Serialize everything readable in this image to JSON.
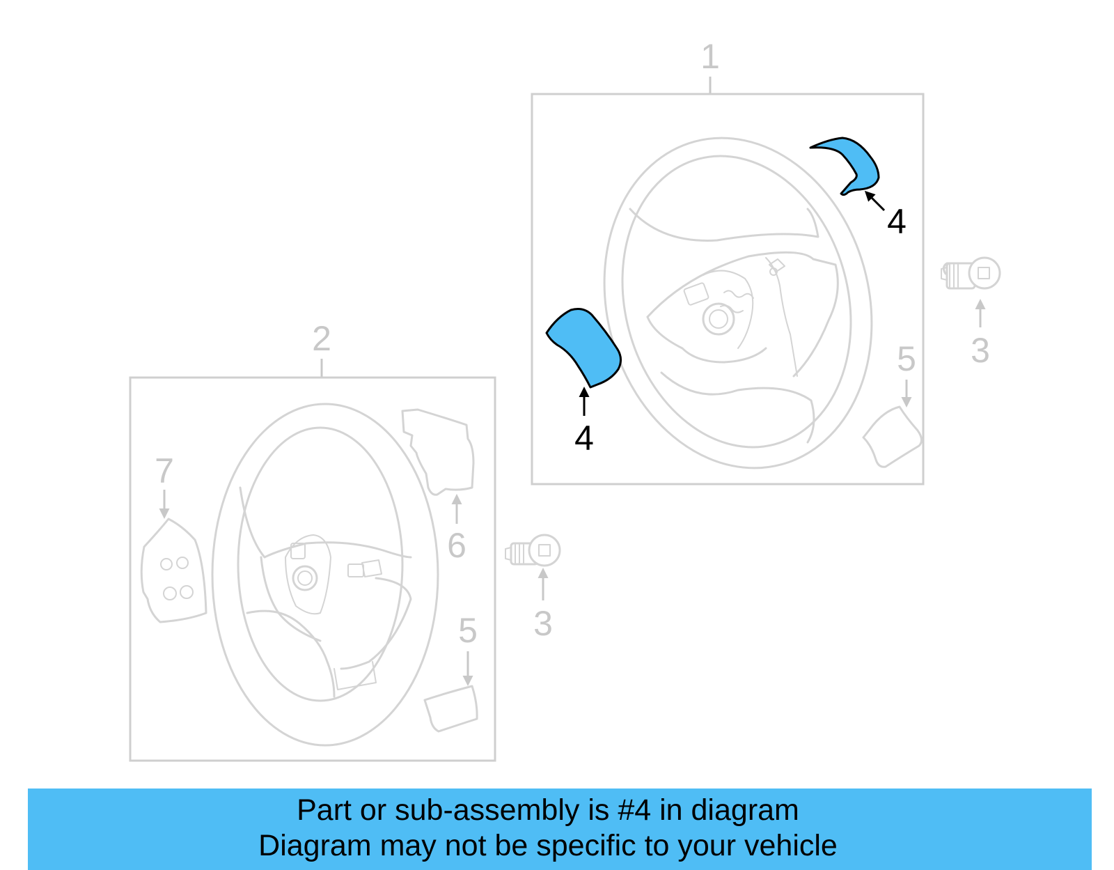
{
  "callouts": {
    "assembly_1": "1",
    "assembly_2": "2",
    "bolt_right": "3",
    "bolt_left": "3",
    "cover_upper_right": "4",
    "cover_left": "4",
    "trim_right": "5",
    "trim_left": "5",
    "airbag": "6",
    "switch": "7"
  },
  "colors": {
    "highlight": "#4fbdf5",
    "banner": "#4fbdf5",
    "ghost_lines": "#d4d4d4"
  },
  "banner": {
    "line1": "Part or sub-assembly is #4 in diagram",
    "line2": "Diagram may not be specific to your vehicle"
  }
}
